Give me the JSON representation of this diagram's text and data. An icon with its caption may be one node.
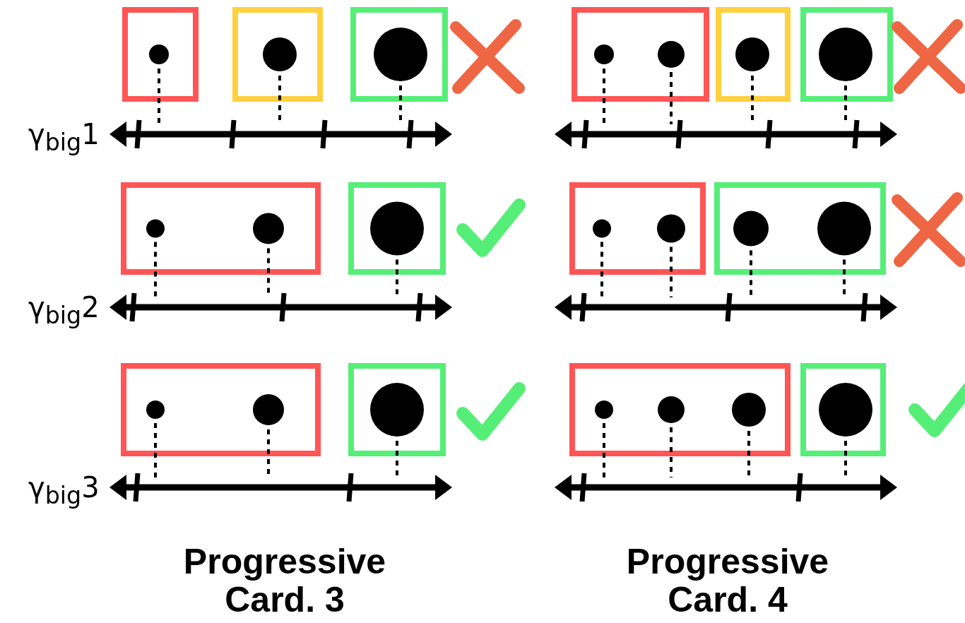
{
  "diagram": {
    "labels": [
      "γ$_{big}$1",
      "γ$_{big}$2",
      "γ$_{big}$3",
      "Progressive Card. 3",
      "Progressive Card. 4"
    ]
  }
}
